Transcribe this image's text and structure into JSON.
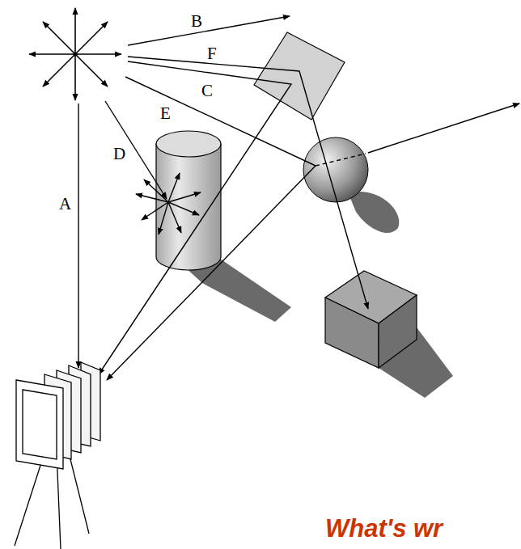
{
  "diagram": {
    "labels": [
      "A",
      "B",
      "F",
      "C",
      "E",
      "D",
      "What's wr"
    ]
  }
}
